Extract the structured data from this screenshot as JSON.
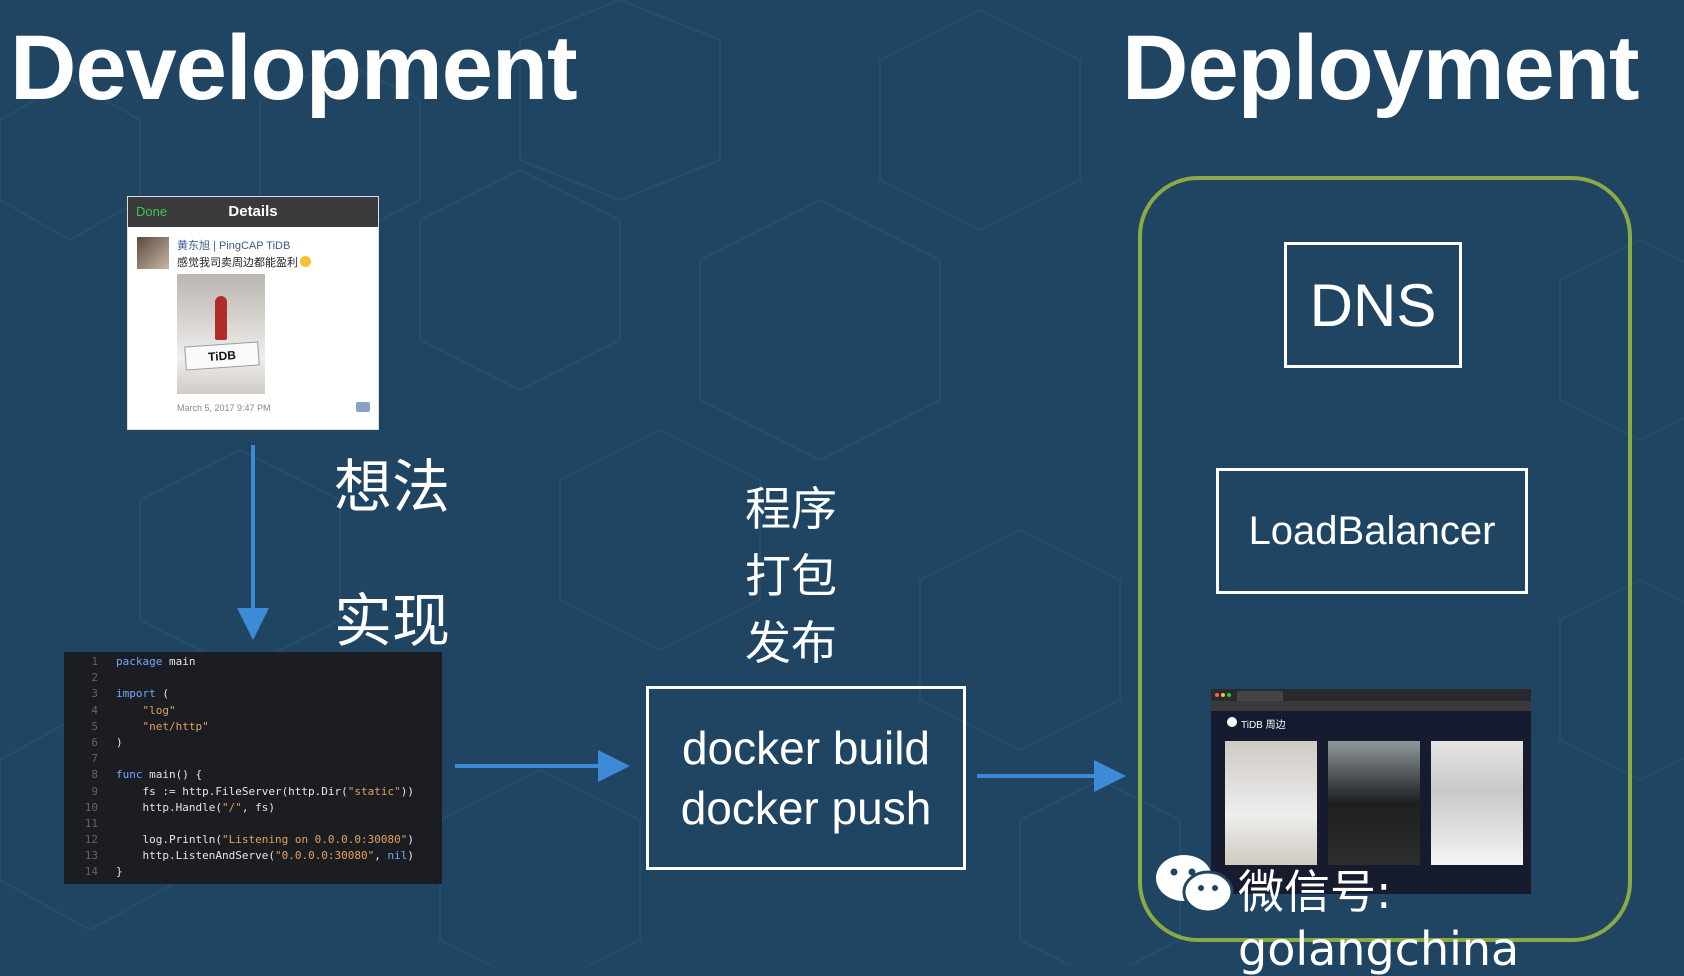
{
  "colors": {
    "background": "#1f4563",
    "arrow": "#3d8bd6",
    "deploy_frame": "#8aaa45",
    "text": "#ffffff"
  },
  "titles": {
    "development": "Development",
    "deployment": "Deployment"
  },
  "phone_screenshot": {
    "done": "Done",
    "title": "Details",
    "user": "黄东旭 | PingCAP TiDB",
    "message": "感觉我司卖周边都能盈利",
    "photo_text": "TiDB",
    "timestamp": "March 5, 2017 9:47 PM"
  },
  "labels": {
    "idea": "想法",
    "implementation": "实现",
    "steps": [
      "程序",
      "打包",
      "发布"
    ]
  },
  "code": {
    "lines": [
      {
        "n": "1",
        "parts": [
          {
            "t": "package",
            "c": "kw"
          },
          {
            "t": " main",
            "c": "plain"
          }
        ]
      },
      {
        "n": "2",
        "parts": []
      },
      {
        "n": "3",
        "parts": [
          {
            "t": "import",
            "c": "kw"
          },
          {
            "t": " (",
            "c": "plain"
          }
        ]
      },
      {
        "n": "4",
        "parts": [
          {
            "t": "    \"log\"",
            "c": "str"
          }
        ]
      },
      {
        "n": "5",
        "parts": [
          {
            "t": "    \"net/http\"",
            "c": "str"
          }
        ]
      },
      {
        "n": "6",
        "parts": [
          {
            "t": ")",
            "c": "plain"
          }
        ]
      },
      {
        "n": "7",
        "parts": []
      },
      {
        "n": "8",
        "parts": [
          {
            "t": "func",
            "c": "kw"
          },
          {
            "t": " main() {",
            "c": "plain"
          }
        ]
      },
      {
        "n": "9",
        "parts": [
          {
            "t": "    fs := http.FileServer(http.Dir(",
            "c": "plain"
          },
          {
            "t": "\"static\"",
            "c": "str"
          },
          {
            "t": "))",
            "c": "plain"
          }
        ]
      },
      {
        "n": "10",
        "parts": [
          {
            "t": "    http.Handle(",
            "c": "plain"
          },
          {
            "t": "\"/\"",
            "c": "str"
          },
          {
            "t": ", fs)",
            "c": "plain"
          }
        ]
      },
      {
        "n": "11",
        "parts": []
      },
      {
        "n": "12",
        "parts": [
          {
            "t": "    log.Println(",
            "c": "plain"
          },
          {
            "t": "\"Listening on 0.0.0.0:30080\"",
            "c": "str"
          },
          {
            "t": ")",
            "c": "plain"
          }
        ]
      },
      {
        "n": "13",
        "parts": [
          {
            "t": "    http.ListenAndServe(",
            "c": "plain"
          },
          {
            "t": "\"0.0.0.0:30080\"",
            "c": "str"
          },
          {
            "t": ", ",
            "c": "plain"
          },
          {
            "t": "nil",
            "c": "nil"
          },
          {
            "t": ")",
            "c": "plain"
          }
        ]
      },
      {
        "n": "14",
        "parts": [
          {
            "t": "}",
            "c": "plain"
          }
        ]
      }
    ]
  },
  "boxes": {
    "docker_build": "docker build",
    "docker_push": "docker push",
    "dns": "DNS",
    "load_balancer": "LoadBalancer"
  },
  "browser": {
    "brand": "TiDB 周边"
  },
  "watermark": "微信号: golangchina"
}
